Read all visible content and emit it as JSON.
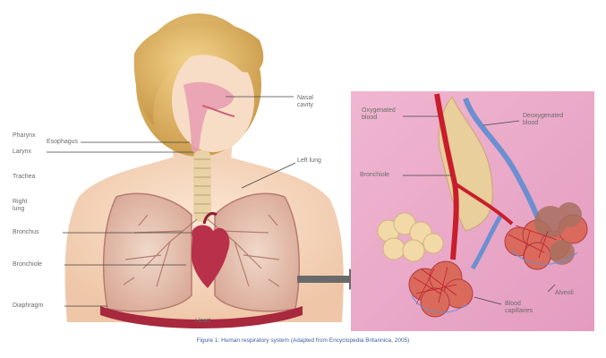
{
  "labels": {
    "pharynx": "Pharynx",
    "esophagus": "Esophagus",
    "larynx": "Larynx",
    "trachea": "Trachea",
    "right_lung": "Right lung",
    "bronchus": "Bronchus",
    "bronchiole": "Bronchiole",
    "diaphragm": "Diaphragm",
    "nasal_cavity": "Nasal cavity",
    "left_lung": "Left lung",
    "heart": "Heart",
    "oxygenated_blood": "Oxygenated blood",
    "deoxygenated_blood": "Deoxygenated blood",
    "alveoli": "Alveoli",
    "blood_capillaries": "Blood capillaries"
  },
  "caption": "Figure 1: Human respiratory system (Adapted from Encyclopedia Britannica, 2005)",
  "colors": {
    "lung": "#e8c8b4",
    "heart": "#b8304a",
    "artery": "#c81e2c",
    "vein": "#6b8fd0",
    "panel": "#e8a8c8",
    "skin": "#f6dcc4",
    "hair": "#e8c070",
    "arrow": "#6a6a6a"
  },
  "icons": {
    "connector_arrow": "right-arrow-icon"
  }
}
